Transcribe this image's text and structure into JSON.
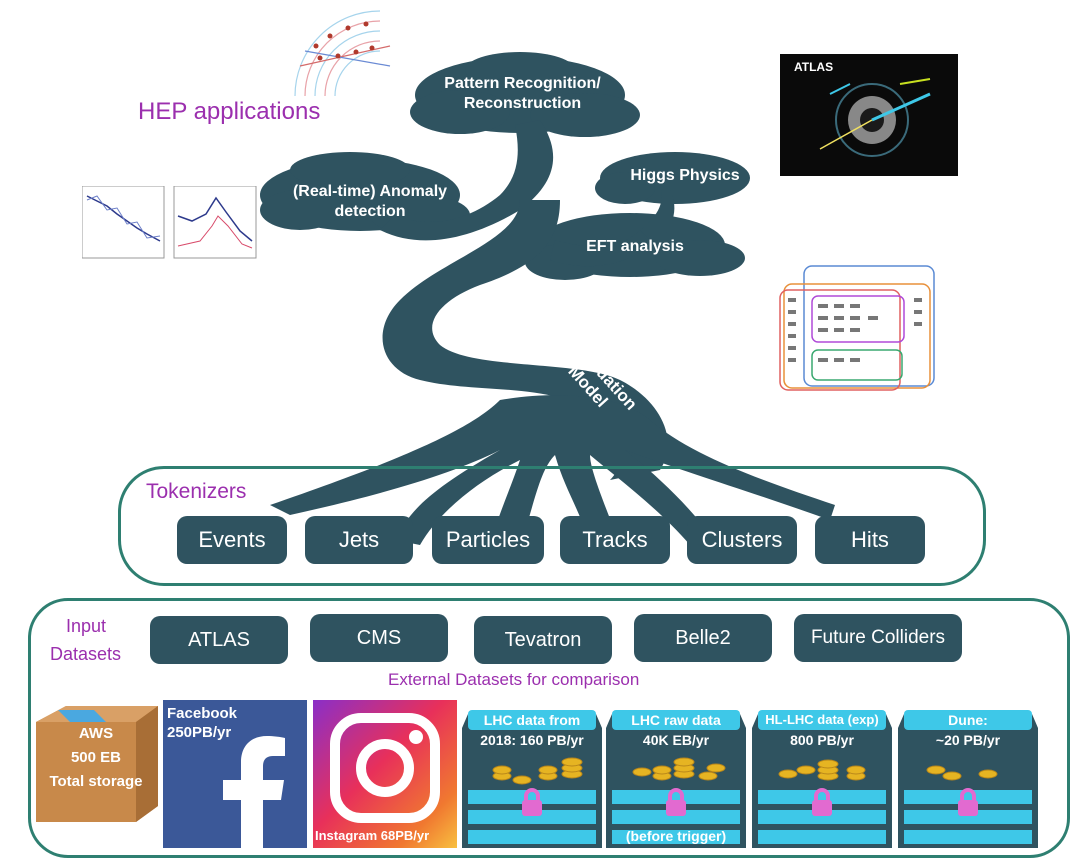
{
  "tree": {
    "hep_label": "HEP applications",
    "branches": [
      "Pattern Recognition/ Reconstruction",
      "(Real-time) Anomaly detection",
      "Higgs Physics",
      "EFT analysis"
    ],
    "trunk_label": "Foundation Model"
  },
  "tokenizers": {
    "label": "Tokenizers",
    "items": [
      "Events",
      "Jets",
      "Particles",
      "Tracks",
      "Clusters",
      "Hits"
    ]
  },
  "inputs": {
    "label_line1": "Input",
    "label_line2": "Datasets",
    "items": [
      "ATLAS",
      "CMS",
      "Tevatron",
      "Belle2",
      "Future Colliders"
    ]
  },
  "external": {
    "label": "External Datasets for comparison",
    "aws": [
      "AWS",
      "500 EB",
      "Total storage"
    ],
    "facebook": [
      "Facebook",
      "250PB/yr"
    ],
    "instagram": "Instagram 68PB/yr",
    "chests": [
      {
        "title": "LHC data from",
        "sub": "2018: 160 PB/yr",
        "note": ""
      },
      {
        "title": "LHC raw data",
        "sub": "40K EB/yr",
        "note": "(before trigger)"
      },
      {
        "title": "HL-LHC data (exp)",
        "sub": "800 PB/yr",
        "note": ""
      },
      {
        "title": "Dune:",
        "sub": "~20 PB/yr",
        "note": ""
      }
    ]
  },
  "thumbnails": {
    "atlas_logo": "ATLAS"
  },
  "colors": {
    "tree": "#2f5360",
    "frame": "#2e7f71",
    "purple": "#9b2fae",
    "cyan": "#3ec8e8",
    "gold": "#e6b422",
    "lock": "#e26ad0"
  }
}
